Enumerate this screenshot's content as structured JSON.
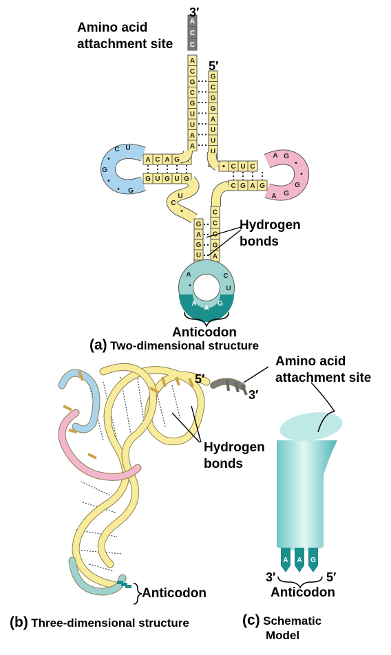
{
  "panel_a": {
    "end_3": "3′",
    "end_5": "5′",
    "attach_label_line1": "Amino acid",
    "attach_label_line2": "attachment site",
    "hbond_label_line1": "Hydrogen",
    "hbond_label_line2": "bonds",
    "anticodon_label": "Anticodon",
    "caption_letter": "(a)",
    "caption_text": "Two-dimensional structure",
    "acceptor_tail": [
      "A",
      "C",
      "C"
    ],
    "acceptor_left": [
      "A",
      "C",
      "G",
      "C",
      "G",
      "U",
      "U",
      "A",
      "A"
    ],
    "acceptor_right": [
      "G",
      "C",
      "G",
      "G",
      "A",
      "U",
      "U",
      "U",
      "A"
    ],
    "d_arm_top": [
      "A",
      "G",
      "A",
      "C",
      "A"
    ],
    "d_arm_bottom": [
      "G",
      "U",
      "G",
      "U",
      "G"
    ],
    "d_loop": [
      "U",
      "C",
      "*",
      "G",
      "*",
      "*",
      "G"
    ],
    "t_arm_top": [
      "*",
      "C",
      "U",
      "C"
    ],
    "t_arm_bottom": [
      "C",
      "G",
      "A",
      "G"
    ],
    "t_loop": [
      "A",
      "G",
      "*",
      "*",
      "G",
      "G",
      "A"
    ],
    "variable_loop": [
      "U",
      "C",
      "*"
    ],
    "anticodon_stem_left": [
      "G",
      "A",
      "G",
      "U",
      "*"
    ],
    "anticodon_stem_right": [
      "C",
      "C",
      "C",
      "G",
      "A"
    ],
    "anticodon_loop_top": [
      "A",
      "C",
      "U",
      "*"
    ],
    "anticodon": [
      "A",
      "A",
      "G"
    ]
  },
  "panel_b": {
    "end_5": "5′",
    "end_3": "3′",
    "hbond_label_line1": "Hydrogen",
    "hbond_label_line2": "bonds",
    "anticodon_label": "Anticodon",
    "caption_letter": "(b)",
    "caption_text": "Three-dimensional structure"
  },
  "panel_c": {
    "attach_label_line1": "Amino acid",
    "attach_label_line2": "attachment site",
    "anticodon_bases": [
      "A",
      "A",
      "G"
    ],
    "end_3": "3′",
    "end_5": "5′",
    "anticodon_label": "Anticodon",
    "caption_letter": "(c)",
    "caption_text_line1": "Schematic",
    "caption_text_line2": "Model"
  },
  "colors": {
    "strand_yellow": "#f8ec9c",
    "d_loop_blue": "#a9d4ef",
    "t_loop_pink": "#f2b7cc",
    "anticodon_teal": "#1b8f8c",
    "anticodon_light": "#9fd3cf",
    "tail_gray": "#7b7b7b",
    "outline": "#555555"
  }
}
